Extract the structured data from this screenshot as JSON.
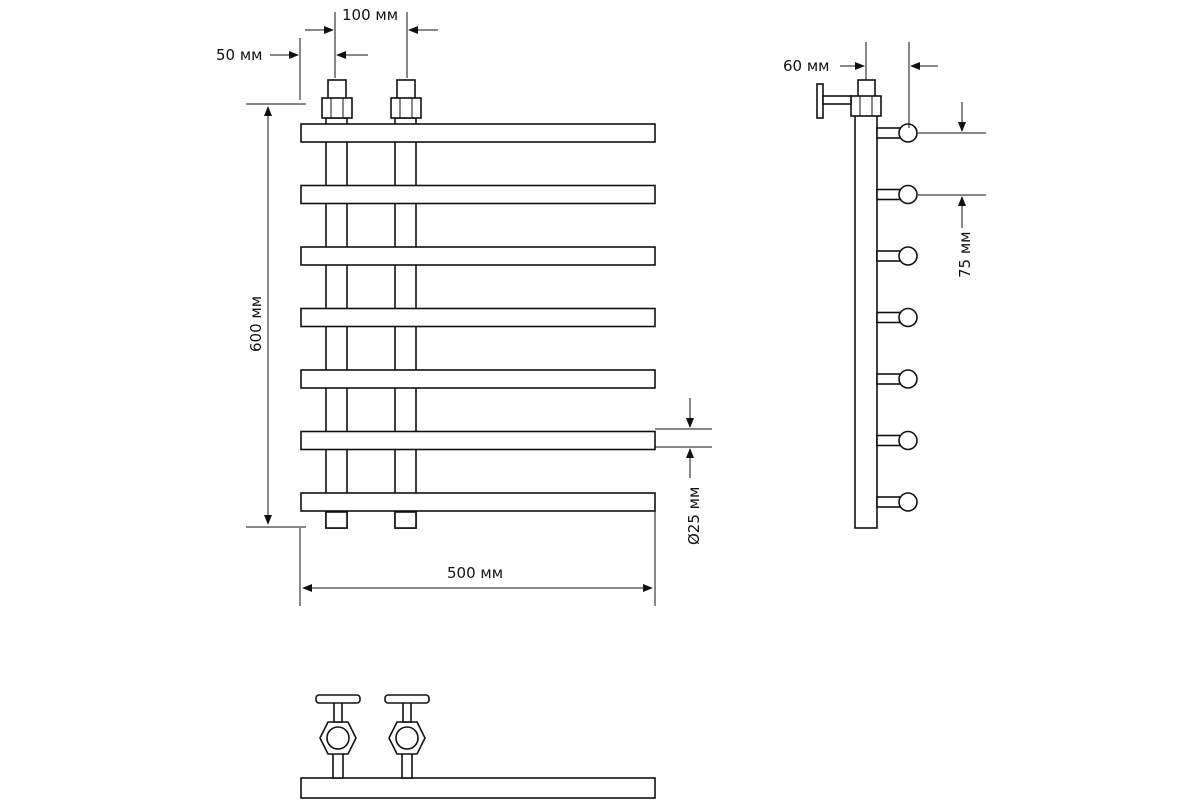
{
  "dimensions": {
    "top_offset": "50 мм",
    "pipe_spacing": "100 мм",
    "height": "600 мм",
    "width": "500 мм",
    "pipe_diameter": "Ø25 мм",
    "side_offset": "60 мм",
    "bar_pitch": "75 мм"
  },
  "bar_count": 7
}
